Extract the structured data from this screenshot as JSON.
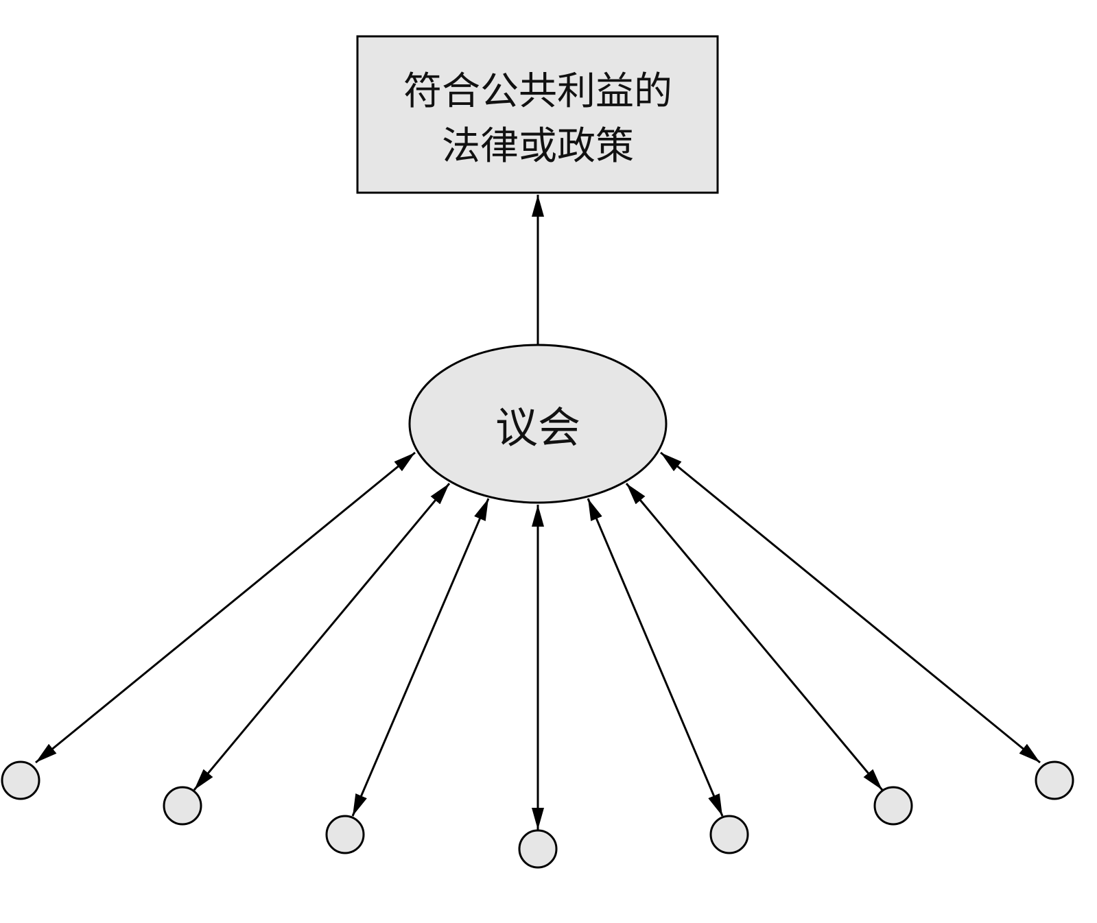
{
  "top_box": {
    "line1": "符合公共利益的",
    "line2": "法律或政策"
  },
  "center_node": {
    "label": "议会"
  },
  "member_count": 7,
  "colors": {
    "node_fill": "#e6e6e6",
    "stroke": "#000000"
  }
}
